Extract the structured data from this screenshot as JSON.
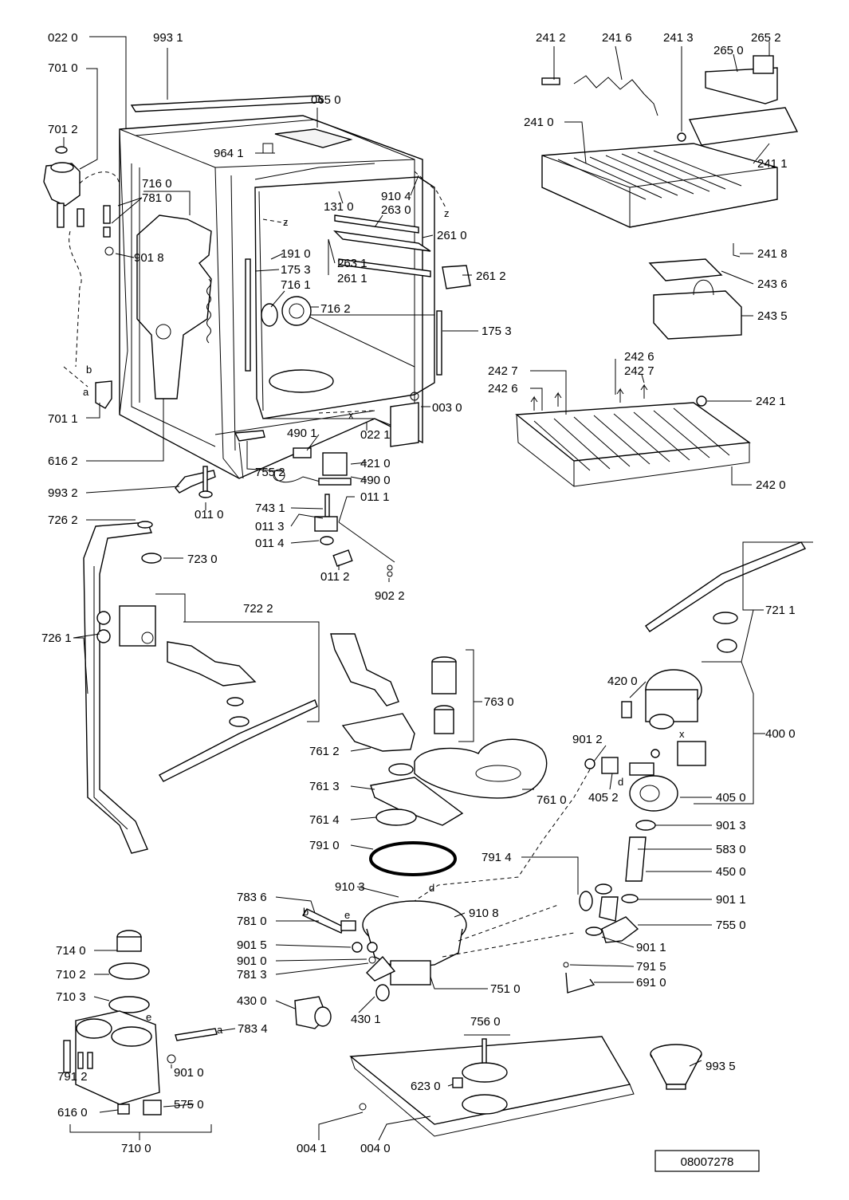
{
  "labels": [
    {
      "id": "022-0",
      "text": "022 0"
    },
    {
      "id": "993-1",
      "text": "993 1"
    },
    {
      "id": "701-0",
      "text": "701 0"
    },
    {
      "id": "065-0",
      "text": "065 0"
    },
    {
      "id": "701-2",
      "text": "701 2"
    },
    {
      "id": "964-1",
      "text": "964 1"
    },
    {
      "id": "716-0",
      "text": "716 0"
    },
    {
      "id": "781-0a",
      "text": "781 0"
    },
    {
      "id": "910-4",
      "text": "910 4"
    },
    {
      "id": "131-0",
      "text": "131 0"
    },
    {
      "id": "263-0",
      "text": "263 0"
    },
    {
      "id": "261-0",
      "text": "261 0"
    },
    {
      "id": "901-8",
      "text": "901 8"
    },
    {
      "id": "191-0",
      "text": "191 0"
    },
    {
      "id": "175-3a",
      "text": "175 3"
    },
    {
      "id": "263-1",
      "text": "263 1"
    },
    {
      "id": "261-1",
      "text": "261 1"
    },
    {
      "id": "261-2",
      "text": "261 2"
    },
    {
      "id": "716-1",
      "text": "716 1"
    },
    {
      "id": "716-2",
      "text": "716 2"
    },
    {
      "id": "175-3b",
      "text": "175 3"
    },
    {
      "id": "003-0",
      "text": "003 0"
    },
    {
      "id": "701-1",
      "text": "701 1"
    },
    {
      "id": "490-1",
      "text": "490 1"
    },
    {
      "id": "022-1",
      "text": "022 1"
    },
    {
      "id": "421-0",
      "text": "421 0"
    },
    {
      "id": "616-2",
      "text": "616 2"
    },
    {
      "id": "755-2",
      "text": "755 2"
    },
    {
      "id": "490-0",
      "text": "490 0"
    },
    {
      "id": "993-2",
      "text": "993 2"
    },
    {
      "id": "011-1",
      "text": "011 1"
    },
    {
      "id": "011-0",
      "text": "011 0"
    },
    {
      "id": "743-1",
      "text": "743 1"
    },
    {
      "id": "011-3",
      "text": "011 3"
    },
    {
      "id": "726-2",
      "text": "726 2"
    },
    {
      "id": "011-4",
      "text": "011 4"
    },
    {
      "id": "723-0",
      "text": "723 0"
    },
    {
      "id": "011-2",
      "text": "011 2"
    },
    {
      "id": "902-2",
      "text": "902 2"
    },
    {
      "id": "722-2",
      "text": "722 2"
    },
    {
      "id": "726-1",
      "text": "726 1"
    },
    {
      "id": "763-0",
      "text": "763 0"
    },
    {
      "id": "761-2",
      "text": "761 2"
    },
    {
      "id": "761-3",
      "text": "761 3"
    },
    {
      "id": "761-0",
      "text": "761 0"
    },
    {
      "id": "761-4",
      "text": "761 4"
    },
    {
      "id": "791-0",
      "text": "791 0"
    },
    {
      "id": "791-4",
      "text": "791 4"
    },
    {
      "id": "783-6",
      "text": "783 6"
    },
    {
      "id": "910-3",
      "text": "910 3"
    },
    {
      "id": "910-8",
      "text": "910 8"
    },
    {
      "id": "781-0b",
      "text": "781 0"
    },
    {
      "id": "901-5",
      "text": "901 5"
    },
    {
      "id": "901-0a",
      "text": "901 0"
    },
    {
      "id": "781-3",
      "text": "781 3"
    },
    {
      "id": "751-0",
      "text": "751 0"
    },
    {
      "id": "430-0",
      "text": "430 0"
    },
    {
      "id": "430-1",
      "text": "430 1"
    },
    {
      "id": "714-0",
      "text": "714 0"
    },
    {
      "id": "710-2",
      "text": "710 2"
    },
    {
      "id": "710-3",
      "text": "710 3"
    },
    {
      "id": "783-4",
      "text": "783 4"
    },
    {
      "id": "901-0b",
      "text": "901 0"
    },
    {
      "id": "791-2",
      "text": "791 2"
    },
    {
      "id": "616-0",
      "text": "616 0"
    },
    {
      "id": "575-0",
      "text": "575 0"
    },
    {
      "id": "710-0",
      "text": "710 0"
    },
    {
      "id": "756-0",
      "text": "756 0"
    },
    {
      "id": "623-0",
      "text": "623 0"
    },
    {
      "id": "004-1",
      "text": "004 1"
    },
    {
      "id": "004-0",
      "text": "004 0"
    },
    {
      "id": "241-2",
      "text": "241 2"
    },
    {
      "id": "241-6",
      "text": "241 6"
    },
    {
      "id": "241-3",
      "text": "241 3"
    },
    {
      "id": "265-2",
      "text": "265 2"
    },
    {
      "id": "265-0",
      "text": "265 0"
    },
    {
      "id": "241-0",
      "text": "241 0"
    },
    {
      "id": "241-1",
      "text": "241 1"
    },
    {
      "id": "241-8",
      "text": "241 8"
    },
    {
      "id": "243-6",
      "text": "243 6"
    },
    {
      "id": "243-5",
      "text": "243 5"
    },
    {
      "id": "242-6a",
      "text": "242 6"
    },
    {
      "id": "242-7a",
      "text": "242 7"
    },
    {
      "id": "242-7b",
      "text": "242 7"
    },
    {
      "id": "242-6b",
      "text": "242 6"
    },
    {
      "id": "242-1",
      "text": "242 1"
    },
    {
      "id": "242-0",
      "text": "242 0"
    },
    {
      "id": "721-1",
      "text": "721 1"
    },
    {
      "id": "420-0",
      "text": "420 0"
    },
    {
      "id": "400-0",
      "text": "400 0"
    },
    {
      "id": "901-2",
      "text": "901 2"
    },
    {
      "id": "405-2",
      "text": "405 2"
    },
    {
      "id": "405-0",
      "text": "405 0"
    },
    {
      "id": "901-3",
      "text": "901 3"
    },
    {
      "id": "583-0",
      "text": "583 0"
    },
    {
      "id": "450-0",
      "text": "450 0"
    },
    {
      "id": "901-1a",
      "text": "901 1"
    },
    {
      "id": "755-0",
      "text": "755 0"
    },
    {
      "id": "901-1b",
      "text": "901 1"
    },
    {
      "id": "791-5",
      "text": "791 5"
    },
    {
      "id": "691-0",
      "text": "691 0"
    },
    {
      "id": "993-5",
      "text": "993 5"
    }
  ],
  "letters": {
    "a": "a",
    "b": "b",
    "z": "z",
    "x": "x",
    "d": "d",
    "e": "e"
  },
  "drawing_number": "08007278"
}
